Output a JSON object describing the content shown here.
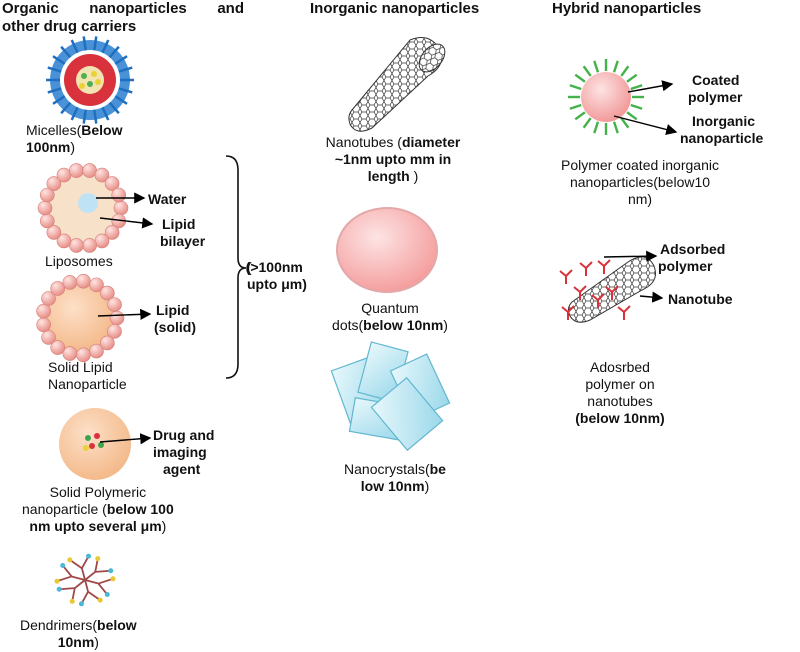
{
  "headers": {
    "organic_line1": "Organic nanoparticles and",
    "organic_line2": "other drug carriers",
    "inorganic": "Inorganic nanoparticles",
    "hybrid": "Hybrid nanoparticles"
  },
  "organic": {
    "micelles": {
      "name": "Micelles(",
      "bold1": "Below",
      "bold2": "100nm",
      "close": ")"
    },
    "liposomes": {
      "name": "Liposomes",
      "water": "Water",
      "lipid1": "Lipid",
      "lipid2": "bilayer"
    },
    "sln": {
      "name1": "Solid Lipid",
      "name2": "Nanoparticle",
      "lipid1": "Lipid",
      "lipid2": "(solid)"
    },
    "bracket": {
      "line1": "(>100nm",
      "line2": "upto μm)"
    },
    "spn": {
      "line1": "Solid Polymeric",
      "line2_plain": "nanoparticle (",
      "line2_bold": "below 100",
      "line3_bold": "nm upto several μm",
      "line3_close": ")",
      "drug1": "Drug and",
      "drug2": "imaging",
      "drug3": "agent"
    },
    "dendrimers": {
      "name": "Dendrimers(",
      "bold1": "below",
      "bold2": "10nm",
      "close": ")"
    }
  },
  "inorganic": {
    "nanotubes": {
      "plain": "Nanotubes (",
      "bold1": "diameter",
      "bold2": "~1nm upto mm in",
      "bold3": "length",
      "close": " )"
    },
    "qdots": {
      "line1": "Quantum",
      "line2_plain": "dots(",
      "line2_bold": "below 10nm",
      "close": ")"
    },
    "nanocrystals": {
      "plain": "Nanocrystals(",
      "bold1": "be",
      "bold2": "low 10nm",
      "close": ")"
    }
  },
  "hybrid": {
    "coated": {
      "coated1": "Coated",
      "coated2": "polymer",
      "inorg1": "Inorganic",
      "inorg2": "nanoparticle",
      "cap1": "Polymer coated inorganic",
      "cap2": "nanoparticles(below10",
      "cap3": "nm)"
    },
    "adsorbed": {
      "ads1": "Adsorbed",
      "ads2": "polymer",
      "tube": "Nanotube",
      "cap1": "Adosrbed",
      "cap2": "polymer on",
      "cap3": "nanotubes",
      "cap4_bold": "(below 10nm)"
    }
  }
}
